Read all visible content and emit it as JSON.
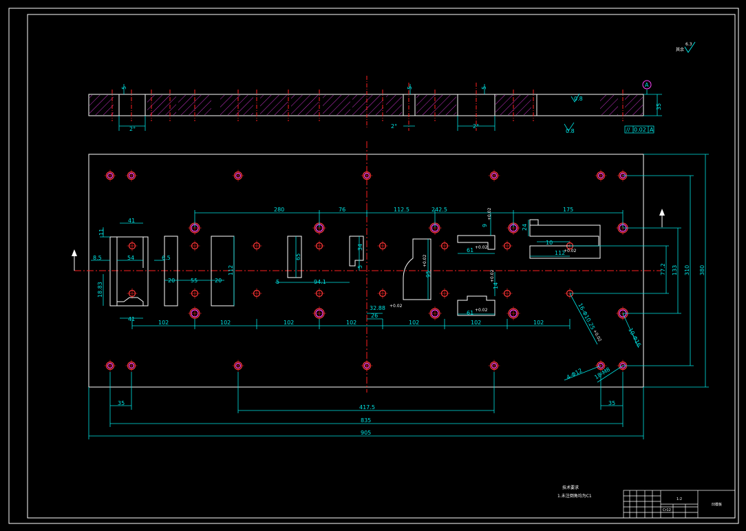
{
  "drawing": {
    "colors": {
      "background": "#000000",
      "frame": "#ffffff",
      "outline": "#ffffff",
      "dimension": "#00e5e5",
      "centerline": "#ff2020",
      "hatch": "#cc33cc",
      "hole_outer": "#ff3b3b",
      "hole_inner": "#ff44ff"
    },
    "section_view": {
      "dims": {
        "d5a": "5",
        "d5b": "5",
        "d5c": "5",
        "d2a": "2°",
        "d2b": "2°",
        "d2c": "2°",
        "thickness": "35",
        "tolerance": "0.02"
      },
      "surface_finish_top": "0.8",
      "surface_finish_bottom": "0.8",
      "datum": "A",
      "parallel_symbol": "//",
      "corner_finish": "6.3"
    },
    "plan_view": {
      "overall": {
        "width": "905",
        "height": "380",
        "hole_span": "835",
        "hole_half": "417.5",
        "edge_left": "35",
        "edge_right": "35",
        "vertical_310": "310",
        "vertical_133": "133",
        "vertical_77": "77.2"
      },
      "top_dims": {
        "d280": "280",
        "d76": "76",
        "d112": "112.5",
        "d242": "242.5",
        "d175": "175"
      },
      "pitch": [
        "102",
        "102",
        "102",
        "102",
        "102",
        "102",
        "102"
      ],
      "local": {
        "d41a": "41",
        "d41b": "41",
        "d11": "11",
        "d54": "54",
        "d8_5": "8.5",
        "d6_5": "6.5",
        "d18": "18.83",
        "d20a": "20",
        "d55": "55",
        "d20b": "20",
        "d112v": "112",
        "d65": "65",
        "d5": "5",
        "d94": "94.1",
        "d34": "34",
        "d5b": "5",
        "d32": "32.88",
        "d32tol": "+0.02",
        "d26": "26",
        "d95": "95",
        "d95tol": "+0.02",
        "d61a": "61",
        "d61atol": "+0.02",
        "d61b": "61",
        "d61btol": "+0.02",
        "d9": "9",
        "d9tol": "+0.02",
        "d14": "14",
        "d14tol": "+0.02",
        "d24": "24",
        "d10": "10",
        "d112r": "112",
        "d112rtol": "+0.02"
      },
      "callouts": {
        "holes_16": "16-Φ10.25",
        "holes_16tol": "+0.02",
        "holes_10": "10-Φ16",
        "holes_4": "4-Φ12",
        "holes_18": "18-M8"
      }
    },
    "notes": {
      "corner_mark": "其余",
      "tech_title": "技术要求",
      "tech_line": "1.未注倒角均为C1"
    },
    "title_block": {
      "scale": "1:2",
      "material": "Cr12",
      "name": "凹模板"
    }
  }
}
